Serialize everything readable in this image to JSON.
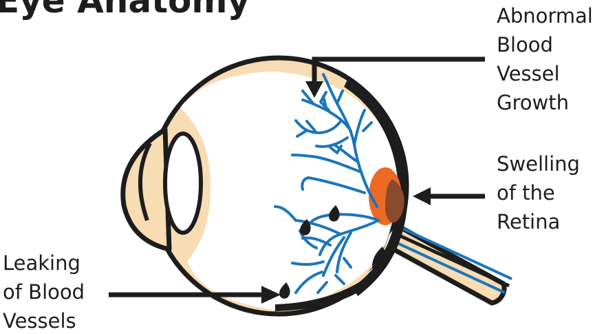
{
  "title": "Eye Anatomy",
  "labels": {
    "abnormal_growth": [
      "Abnormal",
      "Blood",
      "Vessel",
      "Growth"
    ],
    "swelling": [
      "Swelling",
      "of the",
      "Retina"
    ],
    "leaking": [
      "Leaking",
      "of Blood",
      "Vessels"
    ]
  },
  "colors": {
    "eye_fill": "#f8dcb3",
    "outline": "#1d1d1d",
    "vessel": "#1b75bb",
    "swelling": "#ec6a23",
    "swelling_dark": "#8a4a2e",
    "background": "#ffffff"
  }
}
